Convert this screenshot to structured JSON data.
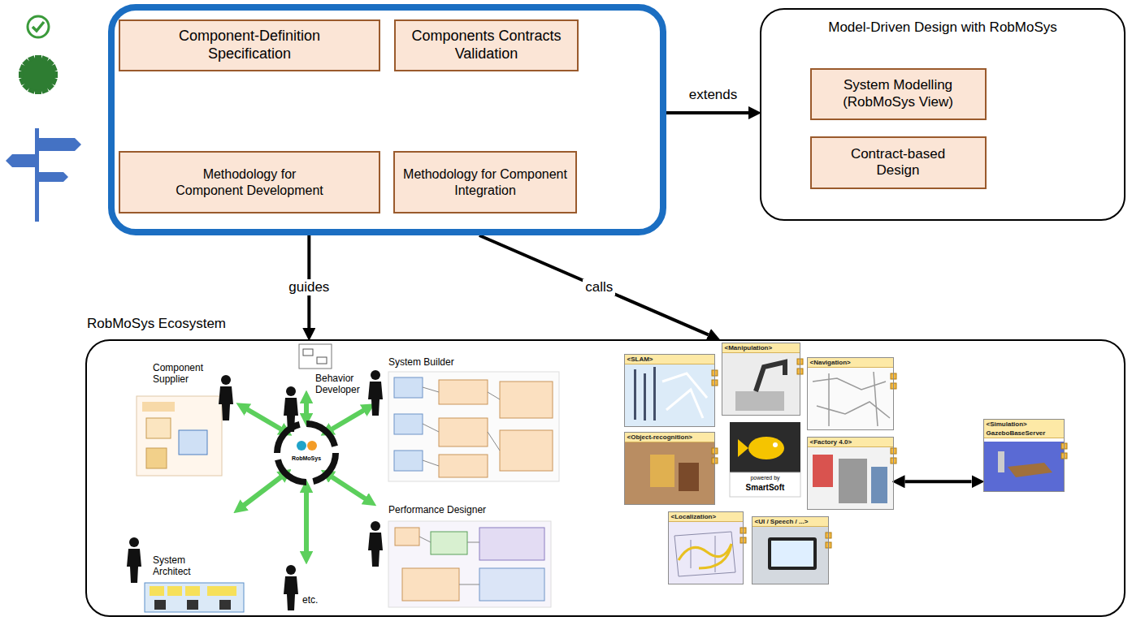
{
  "diagram": {
    "nodes": [
      {
        "text": []
      },
      {
        "text": [
          "Component-Definition Specification"
        ],
        "in": 0
      },
      {
        "text": [
          "Components Contracts Validation"
        ],
        "in": 0
      },
      {
        "text": [
          "Methodology for Component Development"
        ],
        "in": 0
      },
      {
        "text": [
          "Methodology for Component Integration"
        ],
        "in": 0
      },
      {
        "text": [
          "Model-Driven Design with RobMoSys"
        ]
      },
      {
        "text": [
          "System Modelling (RobMoSys View)"
        ],
        "in": 5
      },
      {
        "text": [
          "Contract-based Design"
        ],
        "in": 5
      },
      {
        "text": [
          "RobMoSys Ecosystem"
        ]
      },
      {
        "text": [
          "<SLAM>"
        ],
        "in": 8
      },
      {
        "text": [
          "<Manipulation>"
        ],
        "in": 8
      },
      {
        "text": [
          "<Navigation>"
        ],
        "in": 8
      },
      {
        "text": [
          "<Object-recognition>"
        ],
        "in": 8
      },
      {
        "text": [
          "<Factory 4.0>"
        ],
        "in": 8
      },
      {
        "text": [
          "<Localization>"
        ],
        "in": 8
      },
      {
        "text": [
          "<UI / Speech / ...>"
        ],
        "in": 8
      },
      {
        "text": [
          "<Simulation>",
          "GazeboBaseServer"
        ],
        "in": 8
      }
    ],
    "edges": [
      {
        "from": 0,
        "to": 5,
        "label": "extends",
        "arrow": "to"
      },
      {
        "from": 0,
        "to": 8,
        "label": "guides",
        "arrow": "to"
      },
      {
        "from": 0,
        "to": 8,
        "label": "calls",
        "arrow": "to"
      },
      {
        "from": 13,
        "to": 16,
        "arrow": "both"
      }
    ],
    "labels": [
      "Component Supplier",
      "Behavior Developer",
      "System Builder",
      "System Architect",
      "Performance Designer",
      "etc.",
      "RobMoSys",
      "powered by",
      "SmartSoft"
    ]
  }
}
